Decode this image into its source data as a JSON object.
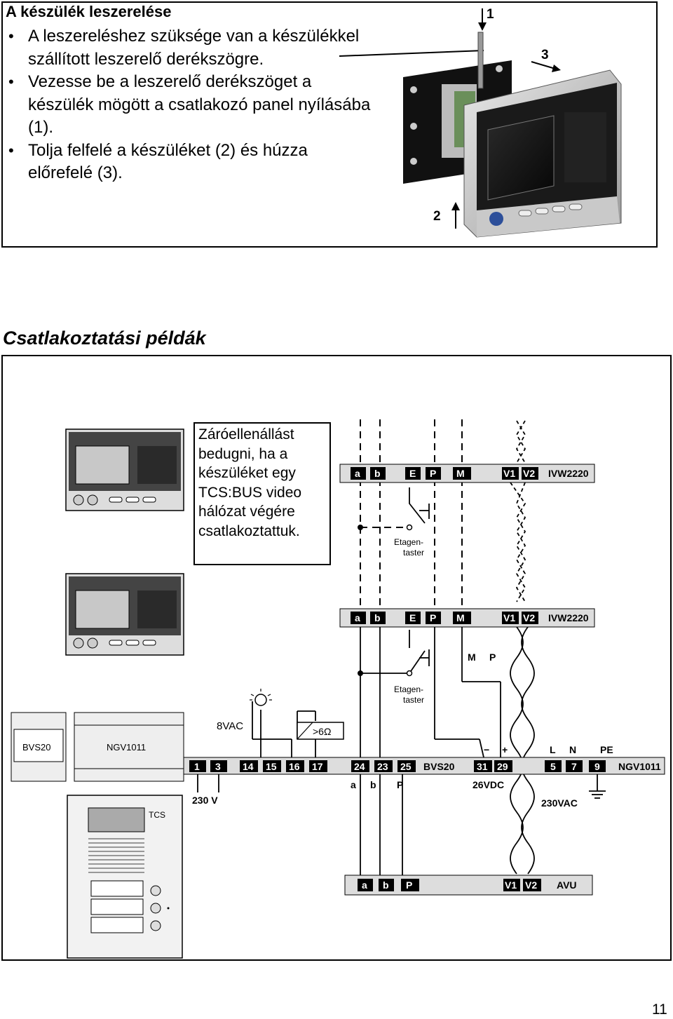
{
  "removal": {
    "title": "A készülék leszerelése",
    "steps": [
      "A leszereléshez szüksége van a készülékkel szállított leszerelő derékszögre.",
      "Vezesse be a  leszerelő derékszöget a készülék mögött a csatlakozó panel nyílásába (1).",
      "Tolja felfelé a készüléket (2) és húzza előrefelé (3)."
    ],
    "label_1": "1",
    "label_2": "2",
    "label_3": "3"
  },
  "examples": {
    "heading": "Csatlakoztatási példák",
    "note": "Záróellenállást bedugni, ha a készüléket egy TCS:BUS video hálózat végére csatlakoztattuk.",
    "ivw1": {
      "a": "a",
      "b": "b",
      "e": "E",
      "p": "P",
      "m": "M",
      "v1": "V1",
      "v2": "V2",
      "name": "IVW2220"
    },
    "ivw2": {
      "a": "a",
      "b": "b",
      "e": "E",
      "p": "P",
      "m": "M",
      "v1": "V1",
      "v2": "V2",
      "name": "IVW2220"
    },
    "etagen1": [
      "Etagen-",
      "taster"
    ],
    "etagen2": [
      "Etagen-",
      "taster"
    ],
    "mp_m": "M",
    "mp_p": "P",
    "bvs_module": "BVS20",
    "ngv_module": "NGV1011",
    "vac8": "8VAC",
    "res": ">6Ω",
    "bvs_terms": [
      "1",
      "3",
      "14",
      "15",
      "16",
      "17",
      "24",
      "23",
      "25"
    ],
    "bvs_name": "BVS20",
    "ngv_terms": [
      "31",
      "29",
      "5",
      "7",
      "9"
    ],
    "ngv_name": "NGV1011",
    "v230": "230 V",
    "a_lbl": "a",
    "b_lbl": "b",
    "p_lbl": "P",
    "minus": "−",
    "plus": "+",
    "dc26": "26VDC",
    "l_lbl": "L",
    "n_lbl": "N",
    "pe_lbl": "PE",
    "vac230": "230VAC",
    "avu": {
      "a": "a",
      "b": "b",
      "p": "P",
      "v1": "V1",
      "v2": "V2",
      "name": "AVU"
    },
    "tcs_logo": "TCS"
  },
  "page_number": "11"
}
